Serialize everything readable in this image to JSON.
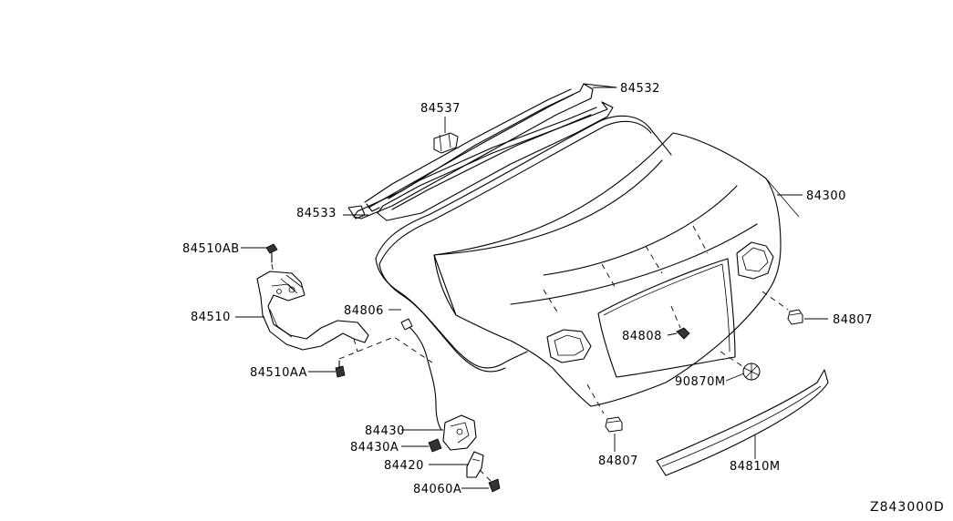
{
  "diagram_id": "Z843000D",
  "parts": {
    "p84532": "84532",
    "p84537": "84537",
    "p84533": "84533",
    "p84300": "84300",
    "p84510AB": "84510AB",
    "p84510": "84510",
    "p84806": "84806",
    "p84807_right": "84807",
    "p84808": "84808",
    "p84510AA": "84510AA",
    "p90870M": "90870M",
    "p84430": "84430",
    "p84430A": "84430A",
    "p84420": "84420",
    "p84807_bottom": "84807",
    "p84810M": "84810M",
    "p84060A": "84060A"
  }
}
